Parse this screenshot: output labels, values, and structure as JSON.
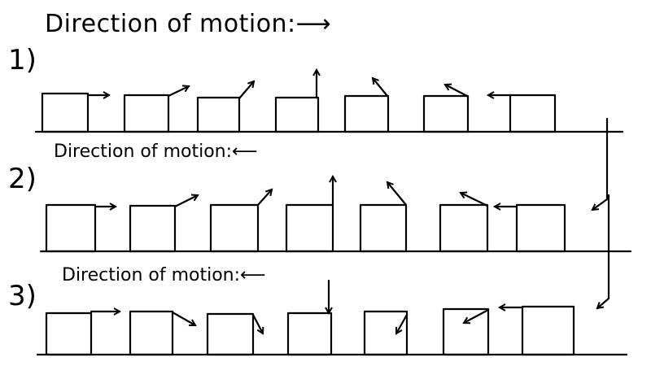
{
  "panels": [
    {
      "number": "1)",
      "caption": "Direction of motion:",
      "arrow": "⟶"
    },
    {
      "number": "2)",
      "caption": "Direction of motion:",
      "arrow": "⟵"
    },
    {
      "number": "3)",
      "caption": "Direction of motion:",
      "arrow": "⟵"
    }
  ],
  "colors": {
    "ink": "#000000",
    "background": "#ffffff"
  }
}
